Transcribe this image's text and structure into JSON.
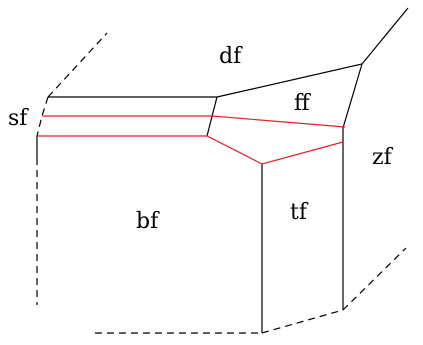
{
  "labels": {
    "df": "df",
    "ff": "ff",
    "sf": "sf",
    "zf": "zf",
    "tf": "tf",
    "bf": "bf"
  },
  "colors": {
    "line": "#000000",
    "highlight": "#e8202a"
  }
}
